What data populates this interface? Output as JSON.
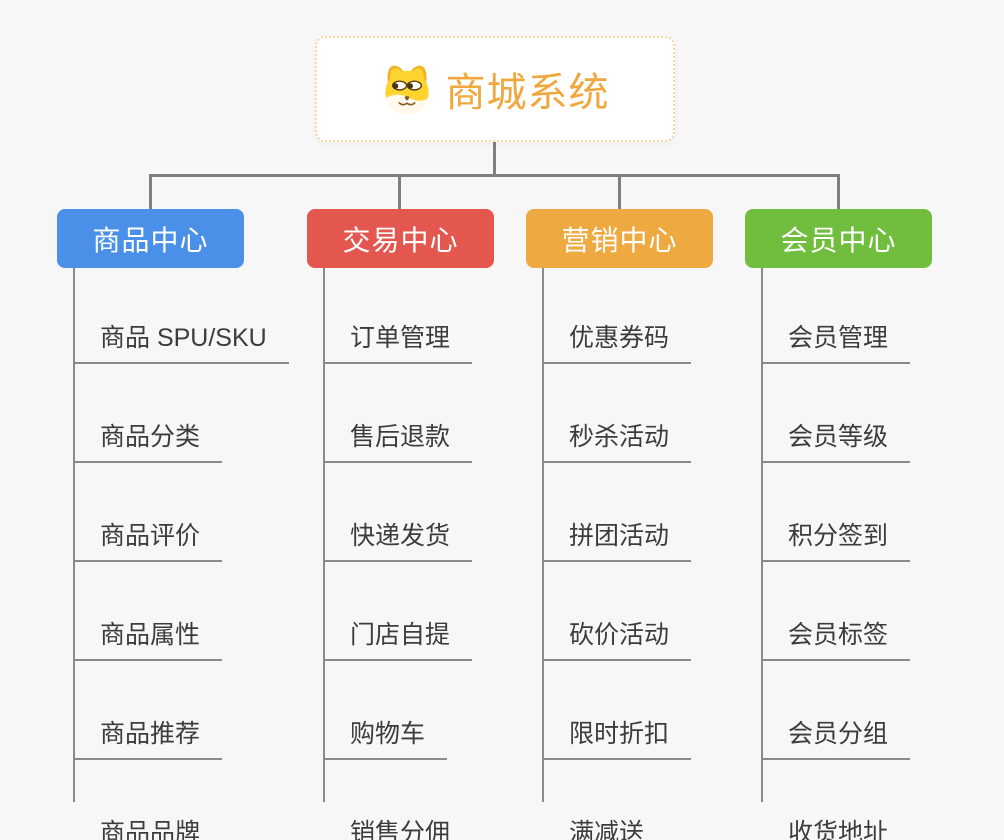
{
  "root": {
    "title": "商城系统",
    "icon": "dog-face-icon",
    "title_color": "#F0A83E",
    "border_color": "#F6D5A0"
  },
  "connector_color": "#7F7F7F",
  "leaf_line_color": "#8A8A8A",
  "branches": [
    {
      "label": "商品中心",
      "color": "#4A90E8",
      "items": [
        "商品 SPU/SKU",
        "商品分类",
        "商品评价",
        "商品属性",
        "商品推荐",
        "商品品牌"
      ]
    },
    {
      "label": "交易中心",
      "color": "#E4574F",
      "items": [
        "订单管理",
        "售后退款",
        "快递发货",
        "门店自提",
        "购物车",
        "销售分佣"
      ]
    },
    {
      "label": "营销中心",
      "color": "#EFA941",
      "items": [
        "优惠券码",
        "秒杀活动",
        "拼团活动",
        "砍价活动",
        "限时折扣",
        "满减送"
      ]
    },
    {
      "label": "会员中心",
      "color": "#71BE3E",
      "items": [
        "会员管理",
        "会员等级",
        "积分签到",
        "会员标签",
        "会员分组",
        "收货地址"
      ]
    }
  ]
}
